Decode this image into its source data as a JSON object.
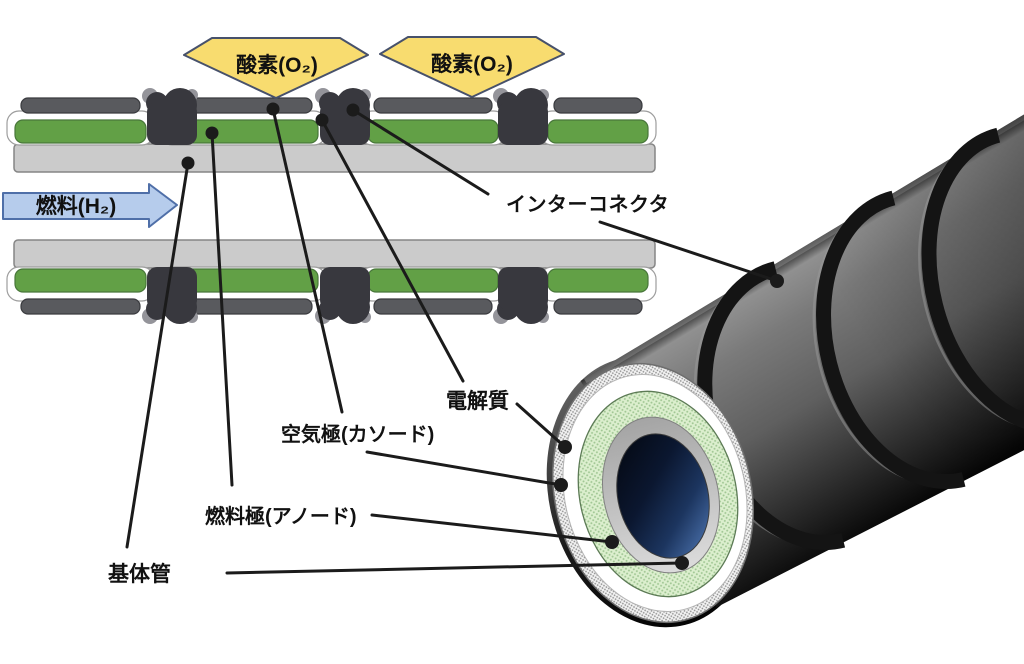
{
  "diagram": {
    "title": "segmented-in-series tubular SOFC schematic",
    "inputs": {
      "oxygen_label": "酸素(O₂)",
      "fuel_label": "燃料(H₂)"
    },
    "components": {
      "interconnector": "インターコネクタ",
      "electrolyte": "電解質",
      "cathode": "空気極(カソード)",
      "anode": "燃料極(アノード)",
      "substrate_tube": "基体管"
    },
    "colors": {
      "anode_green": "#62A046",
      "cathode_gray": "#595A5E",
      "substrate_gray": "#CBCBCB",
      "interconnector_dark": "#38383E",
      "oxygen_arrow_yellow": "#F8DC6F",
      "fuel_arrow_blue": "#B6CCEC",
      "tube_body_gray": "#5F5F5F",
      "face_anode_green": "#DCEFCE",
      "bore_navy": "#0B1730",
      "leader_black": "#1B1B1B"
    }
  }
}
